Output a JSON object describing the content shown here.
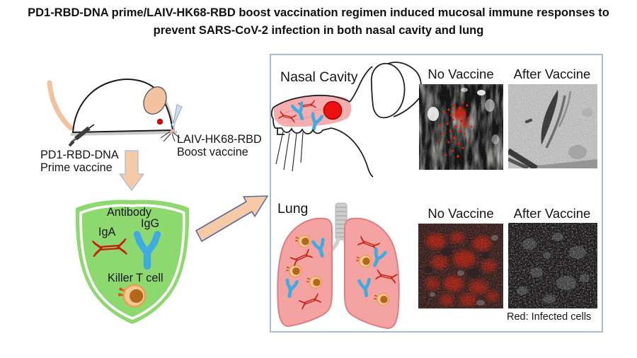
{
  "title": "PD1-RBD-DNA prime/LAIV-HK68-RBD boost vaccination regimen induced mucosal immune responses to prevent SARS-CoV-2 infection in both nasal cavity and lung",
  "left": {
    "prime": {
      "line1": "PD1-RBD-DNA",
      "line2": "Prime vaccine"
    },
    "boost": {
      "line1": "LAIV-HK68-RBD",
      "line2": "Boost vaccine"
    },
    "shield": {
      "antibody": "Antibody",
      "iga": "IgA",
      "igg": "IgG",
      "killer_t": "Killer T cell"
    }
  },
  "panel": {
    "nasal": {
      "title": "Nasal Cavity",
      "no_vaccine": "No Vaccine",
      "after_vaccine": "After Vaccine"
    },
    "lung": {
      "title": "Lung",
      "no_vaccine": "No Vaccine",
      "after_vaccine": "After Vaccine"
    },
    "legend": "Red: Infected cells"
  },
  "colors": {
    "shield_green": "#8ed96f",
    "antibody_red": "#c3200f",
    "antibody_blue": "#3dace0",
    "tcell_body": "#f4c795",
    "tcell_nucleus": "#b2671d",
    "lung_pink": "#f5a2a2",
    "nasal_pink": "#f6a9a9",
    "infected_red": "#d8220e",
    "arrow_fill": "#f6caa6",
    "panel_border": "#a9bccd"
  }
}
